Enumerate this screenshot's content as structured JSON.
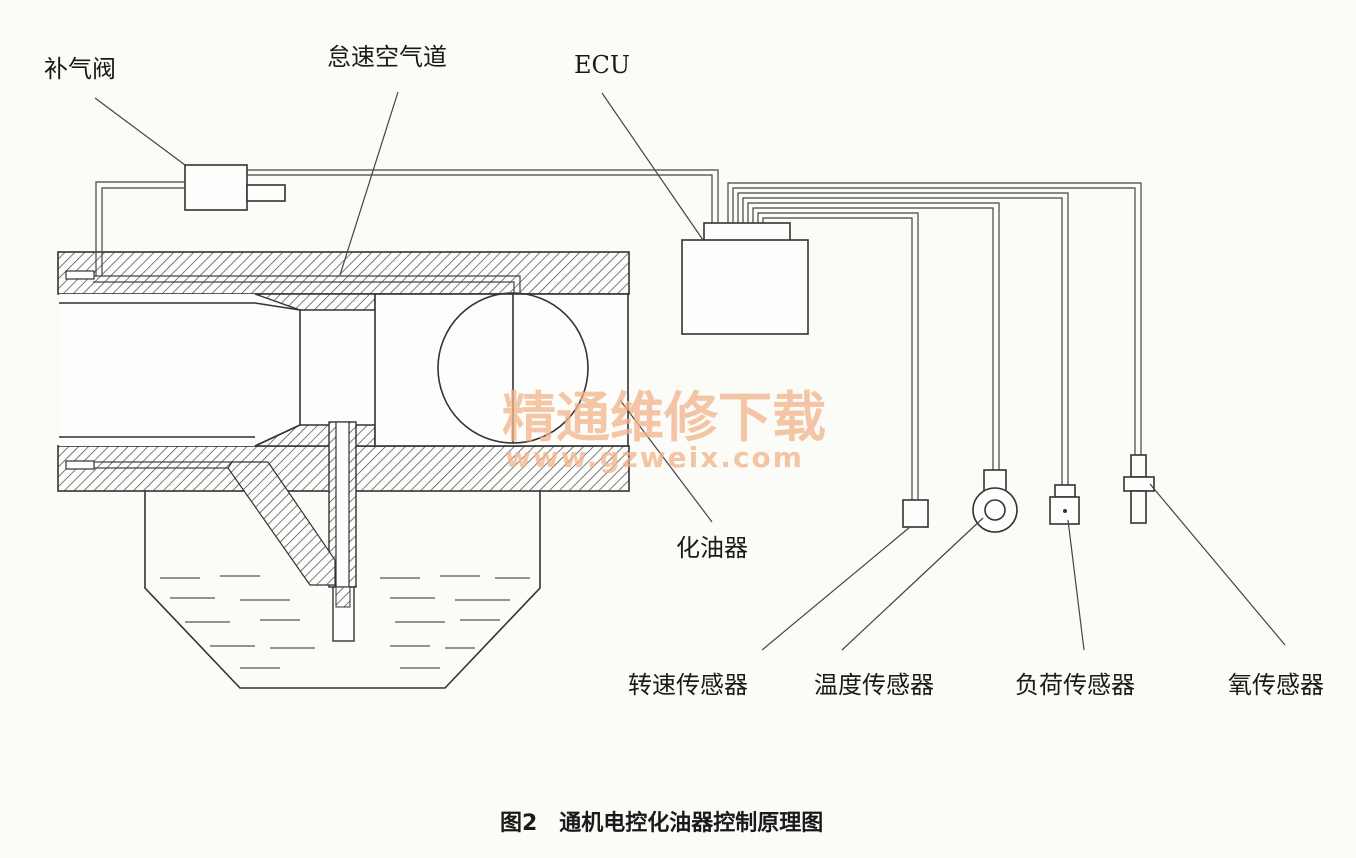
{
  "labels": {
    "air_valve": "补气阀",
    "idle_air_passage": "怠速空气道",
    "ecu": "ECU",
    "carburetor": "化油器",
    "speed_sensor": "转速传感器",
    "temp_sensor": "温度传感器",
    "load_sensor": "负荷传感器",
    "oxygen_sensor": "氧传感器"
  },
  "caption": "图2　通机电控化油器控制原理图",
  "watermark": {
    "title": "精通维修下载",
    "url": "www.gzweix.com"
  }
}
